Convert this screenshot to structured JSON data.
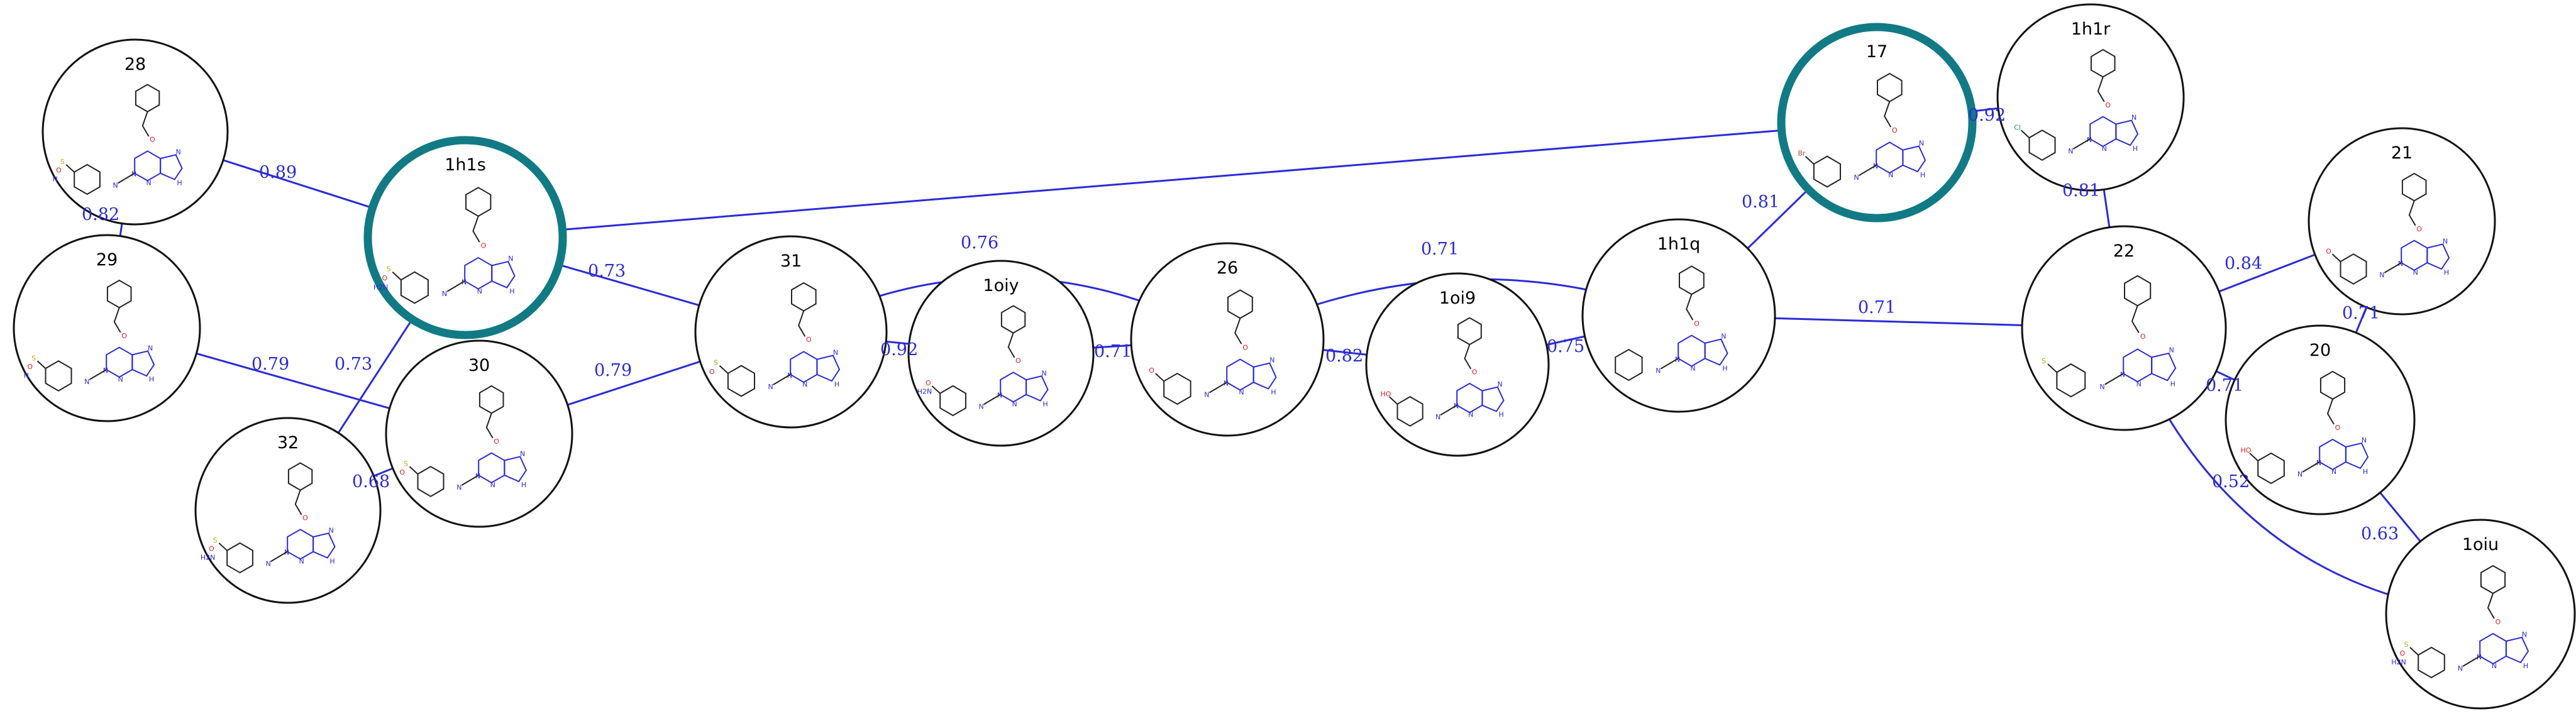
{
  "graph": {
    "edge_color": "#2b2bd6",
    "highlight_color": "#117a85",
    "nodes": [
      {
        "id": "28",
        "label": "28",
        "highlight": false,
        "substituent": "sulfonamide-NMe"
      },
      {
        "id": "1h1s",
        "label": "1h1s",
        "highlight": true,
        "substituent": "sulfonamide"
      },
      {
        "id": "29",
        "label": "29",
        "highlight": false,
        "substituent": "sulfonamide-NMe2"
      },
      {
        "id": "32",
        "label": "32",
        "highlight": false,
        "substituent": "sulfonamide-OMe"
      },
      {
        "id": "30",
        "label": "30",
        "highlight": false,
        "substituent": "methylsulfonyl"
      },
      {
        "id": "31",
        "label": "31",
        "highlight": false,
        "substituent": "methylsulfinyl"
      },
      {
        "id": "1oiy",
        "label": "1oiy",
        "highlight": false,
        "substituent": "carboxamide"
      },
      {
        "id": "26",
        "label": "26",
        "highlight": false,
        "substituent": "methoxy"
      },
      {
        "id": "1oi9",
        "label": "1oi9",
        "highlight": false,
        "substituent": "hydroxy"
      },
      {
        "id": "1h1q",
        "label": "1h1q",
        "highlight": false,
        "substituent": "none"
      },
      {
        "id": "17",
        "label": "17",
        "highlight": true,
        "substituent": "bromo-meta"
      },
      {
        "id": "1h1r",
        "label": "1h1r",
        "highlight": false,
        "substituent": "chloro-meta"
      },
      {
        "id": "22",
        "label": "22",
        "highlight": false,
        "substituent": "methylthio-meta"
      },
      {
        "id": "21",
        "label": "21",
        "highlight": false,
        "substituent": "methoxy-meta"
      },
      {
        "id": "20",
        "label": "20",
        "highlight": false,
        "substituent": "hydroxymethyl-meta"
      },
      {
        "id": "1oiu",
        "label": "1oiu",
        "highlight": false,
        "substituent": "sulfonamide-meta"
      }
    ],
    "edges": [
      {
        "from": "28",
        "to": "1h1s",
        "label": "0.89",
        "style": "thin"
      },
      {
        "from": "28",
        "to": "29",
        "label": "0.82",
        "style": "thin"
      },
      {
        "from": "29",
        "to": "30",
        "label": "0.79",
        "style": "thin"
      },
      {
        "from": "1h1s",
        "to": "32",
        "label": "0.73",
        "style": "thin"
      },
      {
        "from": "32",
        "to": "30",
        "label": "0.68",
        "style": "thin"
      },
      {
        "from": "1h1s",
        "to": "31",
        "label": "0.73",
        "style": "thin"
      },
      {
        "from": "30",
        "to": "31",
        "label": "0.79",
        "style": "thin"
      },
      {
        "from": "1h1s",
        "to": "17",
        "label": "",
        "style": "thick"
      },
      {
        "from": "31",
        "to": "1oiy",
        "label": "0.92",
        "style": "thin"
      },
      {
        "from": "31",
        "to": "26",
        "label": "0.76",
        "style": "arc"
      },
      {
        "from": "1oiy",
        "to": "26",
        "label": "0.71",
        "style": "thin"
      },
      {
        "from": "26",
        "to": "1oi9",
        "label": "0.82",
        "style": "thin"
      },
      {
        "from": "26",
        "to": "1h1q",
        "label": "0.71",
        "style": "arc"
      },
      {
        "from": "1oi9",
        "to": "1h1q",
        "label": "0.75",
        "style": "thin"
      },
      {
        "from": "1h1q",
        "to": "17",
        "label": "0.81",
        "style": "thin"
      },
      {
        "from": "1h1q",
        "to": "22",
        "label": "0.71",
        "style": "thin"
      },
      {
        "from": "17",
        "to": "1h1r",
        "label": "0.92",
        "style": "thin"
      },
      {
        "from": "1h1r",
        "to": "22",
        "label": "0.81",
        "style": "thin"
      },
      {
        "from": "22",
        "to": "21",
        "label": "0.84",
        "style": "thin"
      },
      {
        "from": "21",
        "to": "20",
        "label": "0.71",
        "style": "thin"
      },
      {
        "from": "22",
        "to": "20",
        "label": "0.71",
        "style": "thin"
      },
      {
        "from": "22",
        "to": "1oiu",
        "label": "0.52",
        "style": "arc"
      },
      {
        "from": "20",
        "to": "1oiu",
        "label": "0.63",
        "style": "thin"
      }
    ]
  }
}
